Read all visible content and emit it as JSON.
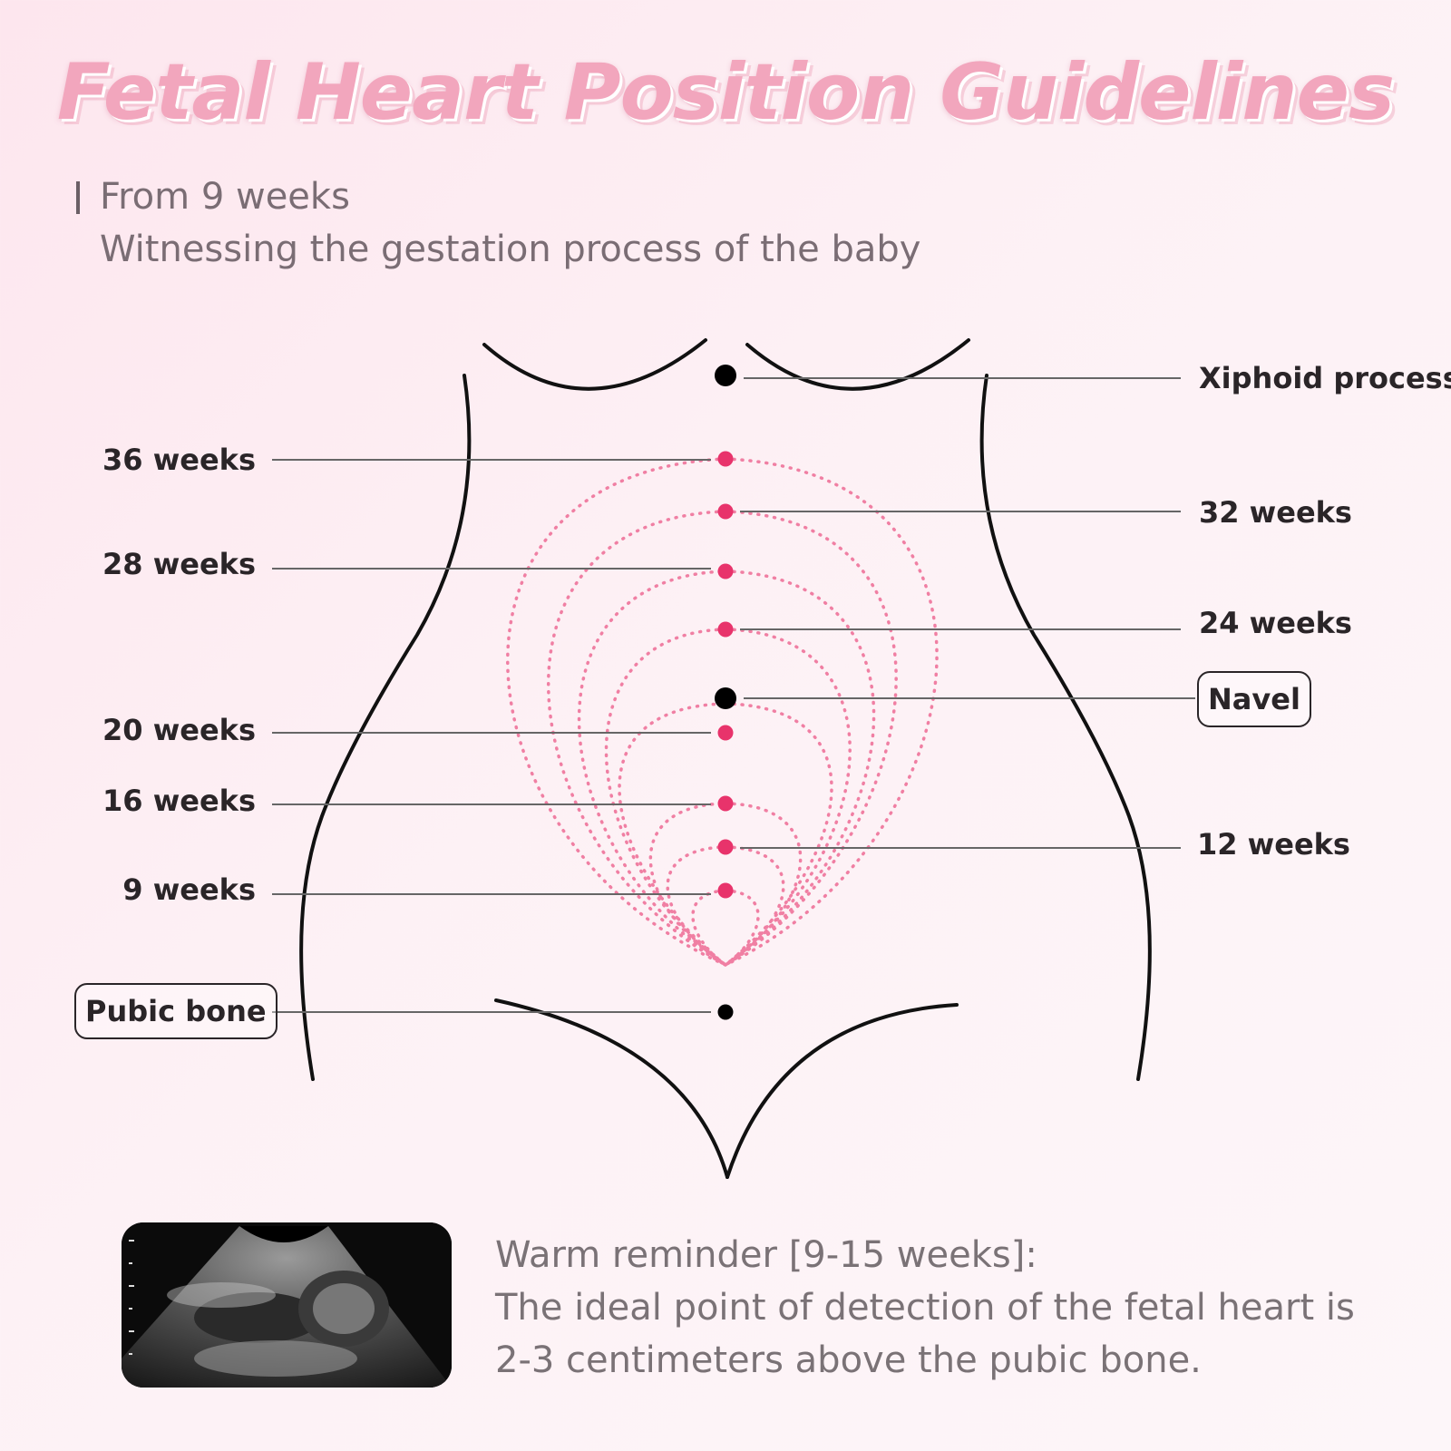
{
  "title": "Fetal Heart Position Guidelines",
  "subtitle": {
    "line1": "From 9 weeks",
    "line2": "Witnessing the gestation process of the baby"
  },
  "labels": {
    "xiphoid": "Xiphoid process",
    "w36": "36 weeks",
    "w32": "32 weeks",
    "w28": "28 weeks",
    "w24": "24 weeks",
    "navel": "Navel",
    "w20": "20 weeks",
    "w16": "16 weeks",
    "w12": "12 weeks",
    "w9": "9 weeks",
    "pubic": "Pubic bone"
  },
  "reminder": {
    "line1": "Warm reminder [9-15 weeks]:",
    "line2": "The ideal point of detection of the fetal heart is",
    "line3": "2-3 centimeters above the pubic bone."
  },
  "colors": {
    "accent": "#e8336b",
    "dotted": "#f07fa3",
    "outline": "#111111",
    "title": "#f2a6bd"
  }
}
